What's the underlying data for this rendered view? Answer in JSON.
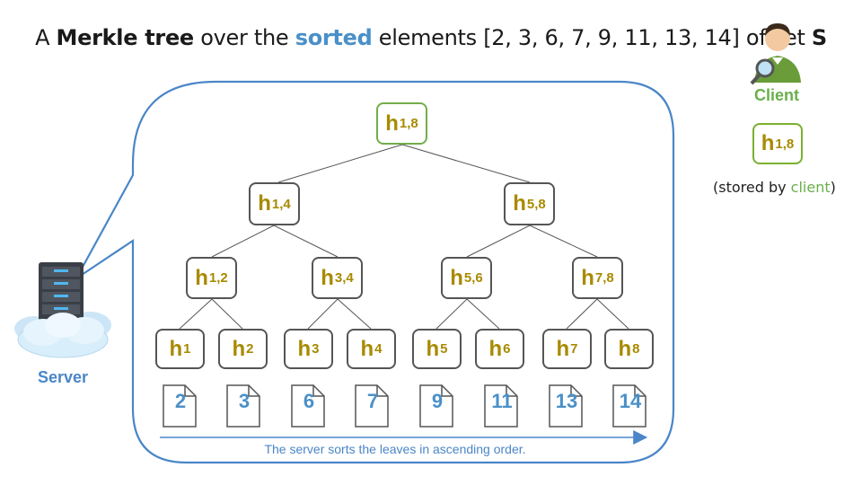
{
  "title": {
    "prefix": "A ",
    "bold1": "Merkle tree",
    "mid1": " over the ",
    "highlight": "sorted",
    "mid2": " elements [2, 3, 6, 7, 9, 11, 13, 14] of set ",
    "bold2": "S"
  },
  "client": {
    "label": "Client",
    "node": {
      "h": "h",
      "sub": "1,8"
    },
    "note_prefix": "(stored by ",
    "note_highlight": "client",
    "note_suffix": ")"
  },
  "server": {
    "label": "Server"
  },
  "tree": {
    "root": {
      "h": "h",
      "sub": "1,8"
    },
    "level1": [
      {
        "h": "h",
        "sub": "1,4"
      },
      {
        "h": "h",
        "sub": "5,8"
      }
    ],
    "level2": [
      {
        "h": "h",
        "sub": "1,2"
      },
      {
        "h": "h",
        "sub": "3,4"
      },
      {
        "h": "h",
        "sub": "5,6"
      },
      {
        "h": "h",
        "sub": "7,8"
      }
    ],
    "leaves": [
      {
        "h": "h",
        "sub": "1"
      },
      {
        "h": "h",
        "sub": "2"
      },
      {
        "h": "h",
        "sub": "3"
      },
      {
        "h": "h",
        "sub": "4"
      },
      {
        "h": "h",
        "sub": "5"
      },
      {
        "h": "h",
        "sub": "6"
      },
      {
        "h": "h",
        "sub": "7"
      },
      {
        "h": "h",
        "sub": "8"
      }
    ]
  },
  "elements": [
    "2",
    "3",
    "6",
    "7",
    "9",
    "11",
    "13",
    "14"
  ],
  "caption": "The server sorts the leaves in ascending order.",
  "colors": {
    "bubble": "#4a86c8",
    "hash": "#a88a00",
    "root_border": "#72ad4a",
    "element": "#4a90c8",
    "client": "#6ab04c"
  }
}
